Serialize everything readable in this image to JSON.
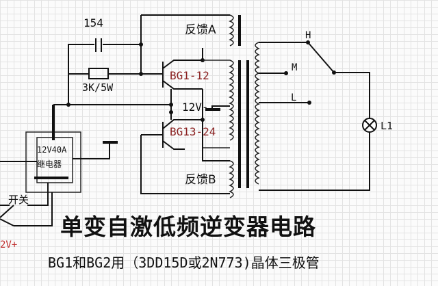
{
  "labels": {
    "cap_value": "154",
    "resistor_value": "3K/5W",
    "transistor_top": "BG1-12",
    "transistor_bottom": "BG13-24",
    "supply_voltage": "12V-",
    "feedback_a": "反馈A",
    "feedback_b": "反馈B",
    "relay_rating": "12V40A",
    "relay_name": "继电器",
    "switch_label": "开关",
    "supply_plus": "2V+",
    "tap_h": "H",
    "tap_m": "M",
    "tap_l": "L",
    "lamp": "L1"
  },
  "title": "单变自激低频逆变器电路",
  "subtitle": "BG1和BG2用（3DD15D或2N773)晶体三极管",
  "colors": {
    "wire": "#111111",
    "transistor_label": "#8a2020",
    "supply_plus": "#c03030",
    "grid": "#e3e3e3"
  }
}
